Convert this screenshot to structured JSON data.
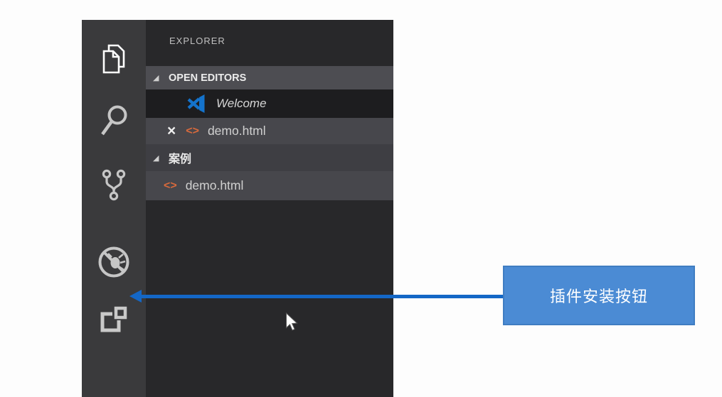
{
  "app": "Visual Studio Code",
  "sidebar": {
    "title": "EXPLORER",
    "open_editors": {
      "header": "OPEN EDITORS",
      "items": [
        {
          "label": "Welcome",
          "icon": "vs-logo-icon",
          "state": "active",
          "italic": true
        },
        {
          "label": "demo.html",
          "icon": "html-file-icon",
          "closable": true
        }
      ]
    },
    "folder": {
      "name": "案例",
      "items": [
        {
          "label": "demo.html",
          "icon": "html-file-icon"
        }
      ]
    }
  },
  "activity_bar": {
    "items": [
      {
        "id": "explorer",
        "icon": "files-icon",
        "active": true
      },
      {
        "id": "search",
        "icon": "search-icon",
        "active": false
      },
      {
        "id": "source-control",
        "icon": "git-branch-icon",
        "active": false
      },
      {
        "id": "debug",
        "icon": "debug-icon",
        "active": false
      },
      {
        "id": "extensions",
        "icon": "extensions-icon",
        "active": false
      }
    ]
  },
  "annotation": {
    "label": "插件安装按钮",
    "target": "extensions",
    "box_fill": "#4b8bd4",
    "box_border": "#3f7dc2",
    "arrow_color": "#1467c6"
  },
  "icons": {
    "twistie_expanded": "◢",
    "close": "×",
    "html_file": "<>"
  },
  "colors": {
    "activity_bar_bg": "#3a3a3c",
    "sidebar_bg": "#28282a",
    "section_header_bg": "#4d4d52",
    "selected_row_bg": "#1d1d1f",
    "row_bg": "#47474c",
    "folder_row_bg": "#3e3e43",
    "html_icon_color": "#d96a3c",
    "vs_logo_blue": "#1473cc"
  }
}
